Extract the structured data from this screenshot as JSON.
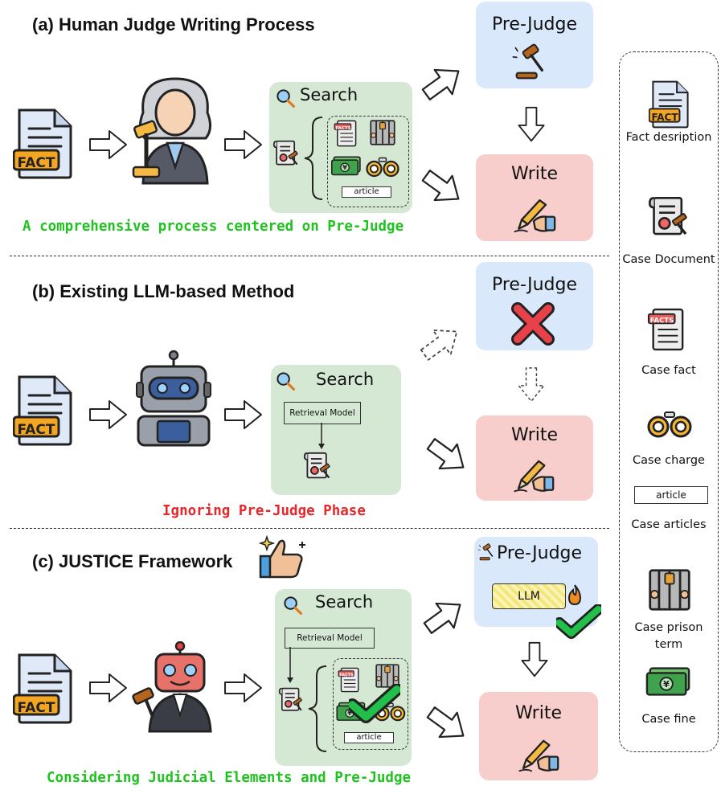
{
  "sections": {
    "a": {
      "heading": "(a) Human Judge Writing Process",
      "caption": "A comprehensive process centered on Pre-Judge",
      "search_label": "Search",
      "article_tag": "article",
      "prejudge_label": "Pre-Judge",
      "write_label": "Write"
    },
    "b": {
      "heading": "(b) Existing LLM-based Method",
      "caption": "Ignoring Pre-Judge Phase",
      "search_label": "Search",
      "retrieval_label": "Retrieval Model",
      "prejudge_label": "Pre-Judge",
      "write_label": "Write"
    },
    "c": {
      "heading": "(c) JUSTICE Framework",
      "caption": "Considering Judicial Elements and Pre-Judge",
      "search_label": "Search",
      "retrieval_label": "Retrieval Model",
      "article_tag": "article",
      "prejudge_label": "Pre-Judge",
      "llm_label": "LLM",
      "write_label": "Write"
    }
  },
  "icon_text": {
    "fact": "FACT",
    "facts": "FACTS",
    "yen": "¥"
  },
  "legend": {
    "fact_description": "Fact desription",
    "case_document": "Case Document",
    "case_fact": "Case fact",
    "case_charge": "Case charge",
    "article_tag": "article",
    "case_articles": "Case articles",
    "case_prison_term": "Case prison term",
    "case_fine": "Case fine"
  },
  "colors": {
    "search_bg": "#d5e8d4",
    "prejudge_bg": "#dae8fc",
    "write_bg": "#f8cecc",
    "green_caption": "#1fc21f",
    "red_caption": "#e8262b",
    "check_green": "#21c04a",
    "cross_red": "#e8414a"
  }
}
